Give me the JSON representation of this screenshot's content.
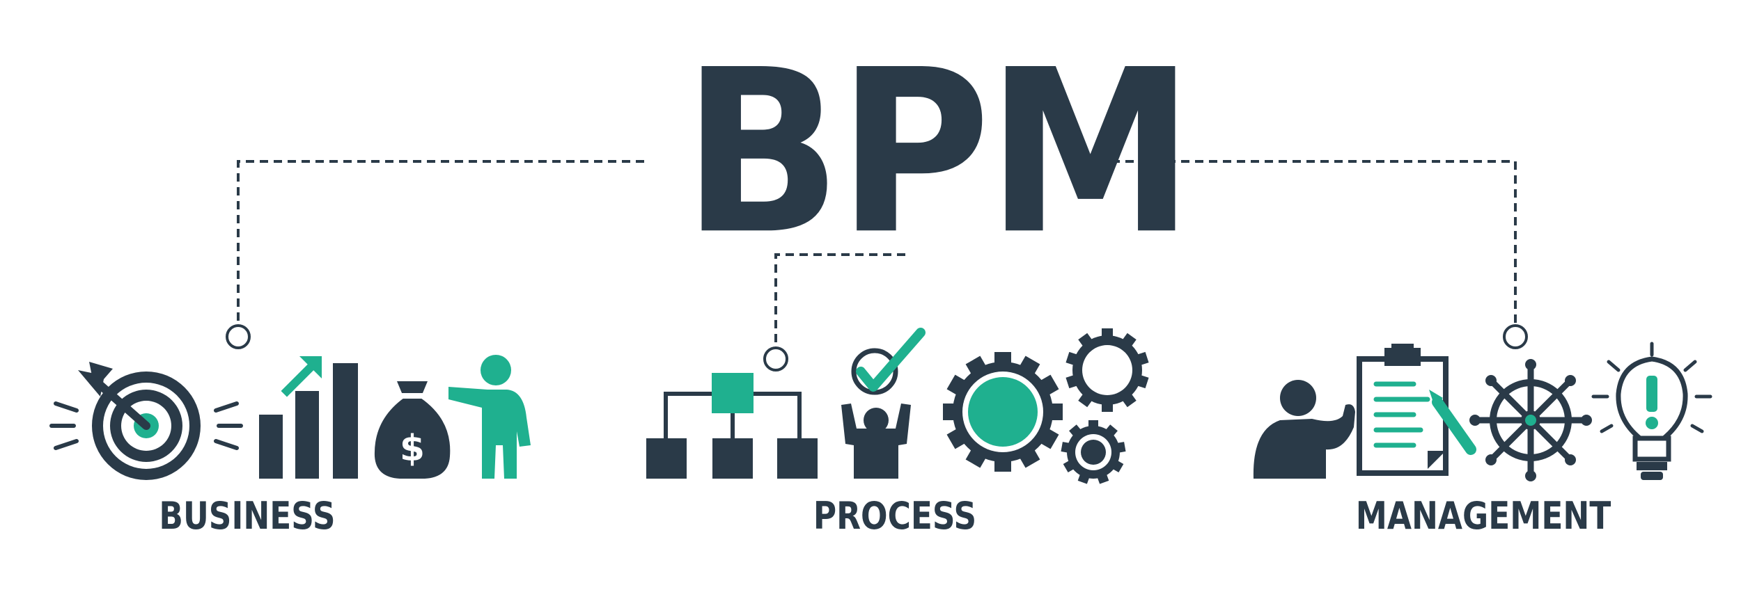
{
  "title": "BPM",
  "pillars": {
    "business": {
      "label": "BUSINESS",
      "icons": [
        "target-arrow-icon",
        "growth-bars-icon",
        "money-bag-icon",
        "presenter-person-icon"
      ]
    },
    "process": {
      "label": "PROCESS",
      "icons": [
        "flowchart-icon",
        "person-checkmark-icon",
        "gears-icon"
      ]
    },
    "management": {
      "label": "MANAGEMENT",
      "icons": [
        "speaker-person-icon",
        "clipboard-icon",
        "ship-wheel-icon",
        "lightbulb-idea-icon"
      ]
    }
  },
  "colors": {
    "dark": "#2a3a48",
    "accent": "#1fb08f",
    "background": "#ffffff"
  },
  "money_symbol": "$"
}
